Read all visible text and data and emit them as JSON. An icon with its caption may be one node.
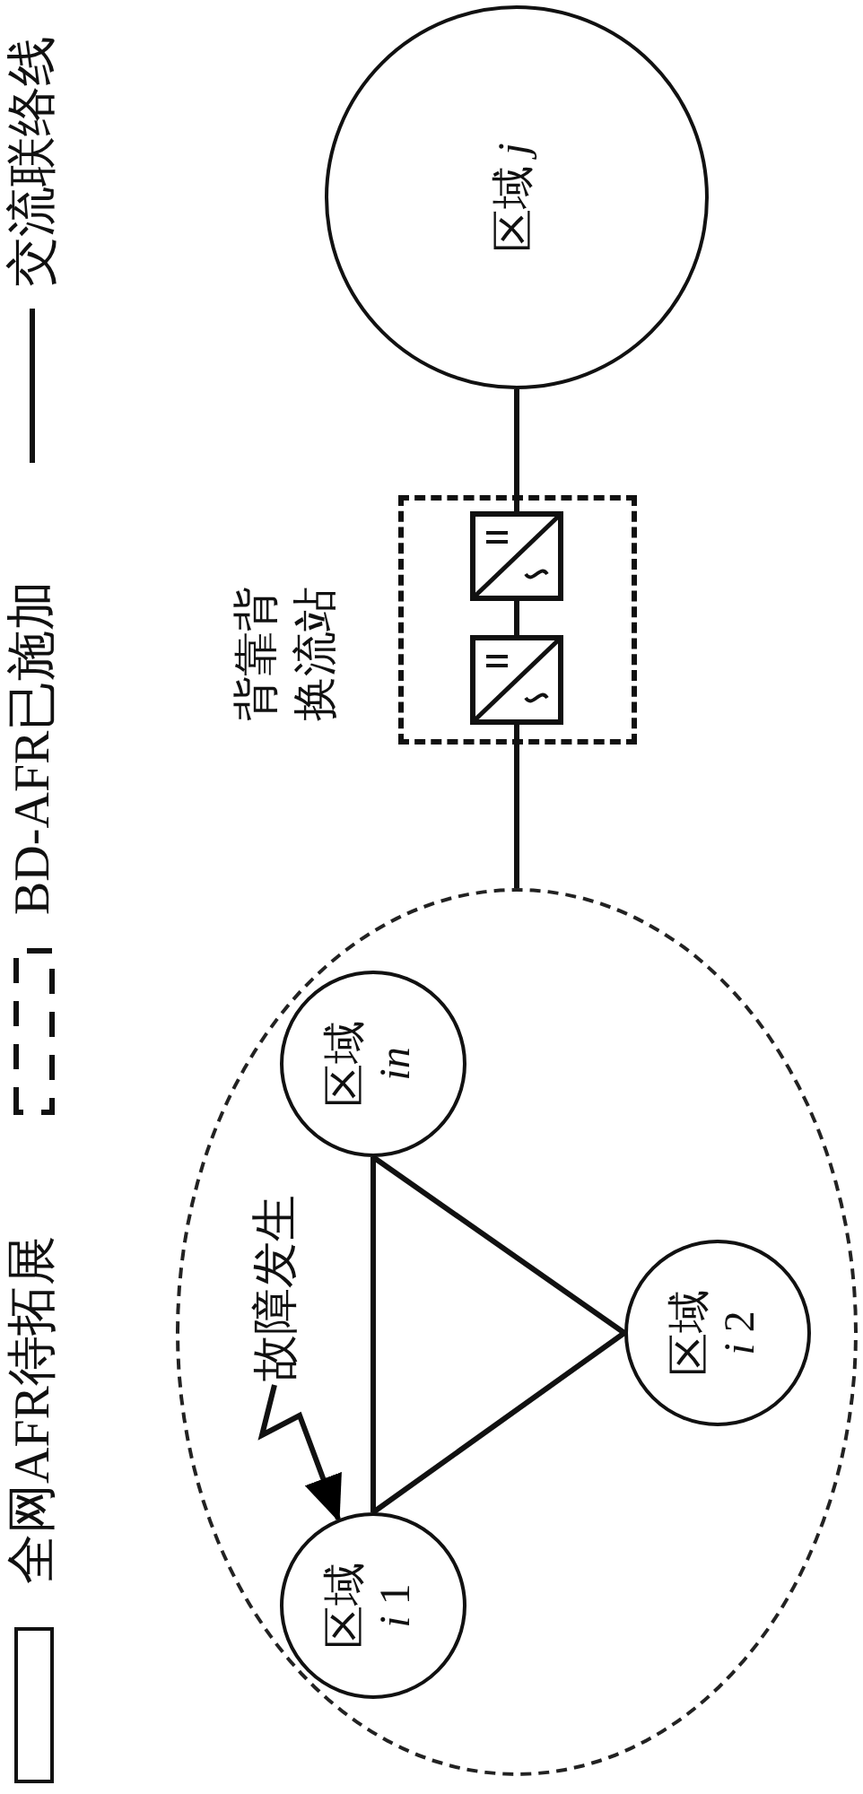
{
  "diagram": {
    "nodes": [
      {
        "text": [
          "区域 *j*"
        ]
      },
      {
        "text": [],
        "shape": "box",
        "beside": [
          "背靠背换流站"
        ]
      },
      {
        "text": [],
        "shape": "box",
        "in": 1
      },
      {
        "text": [],
        "shape": "box",
        "in": 1
      },
      {
        "text": [],
        "shape": "ellipse"
      },
      {
        "text": [
          "区域 *in*"
        ],
        "in": 4
      },
      {
        "text": [
          "故障发生"
        ],
        "in": 4
      },
      {
        "text": [
          "区域 *i* 1"
        ],
        "in": 4
      },
      {
        "text": [
          "区域 *i* 2"
        ],
        "in": 4
      }
    ],
    "edges": [
      {
        "from": 0,
        "to": 2,
        "arrow": "none"
      },
      {
        "from": 2,
        "to": 3,
        "arrow": "none"
      },
      {
        "from": 3,
        "to": 4,
        "arrow": "none"
      },
      {
        "from": 5,
        "to": 7,
        "arrow": "none"
      },
      {
        "from": 7,
        "to": 8,
        "arrow": "none"
      },
      {
        "from": 8,
        "to": 5,
        "arrow": "none"
      },
      {
        "from": 6,
        "to": 7,
        "arrow": "to"
      }
    ],
    "legend": [
      {
        "text": "全网AFR待拓展"
      },
      {
        "text": "BD-AFR已施加"
      },
      {
        "text": "交流联络线"
      }
    ]
  }
}
